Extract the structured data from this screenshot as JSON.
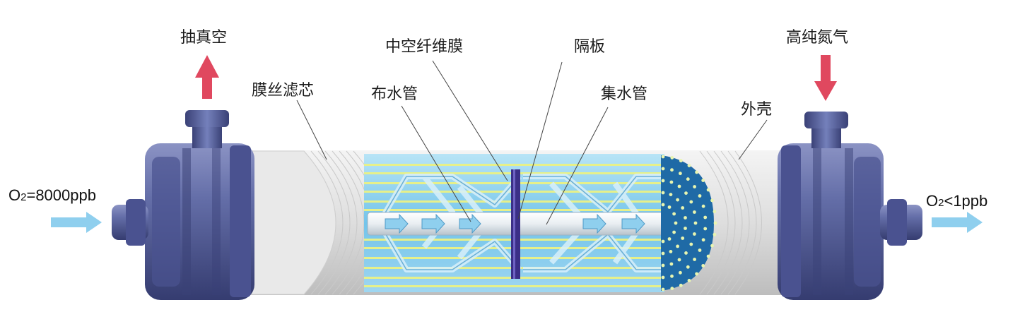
{
  "labels": {
    "vacuum": "抽真空",
    "hollow_fiber": "中空纤维膜",
    "baffle": "隔板",
    "nitrogen": "高纯氮气",
    "filter_core": "膜丝滤芯",
    "distributor_tube": "布水管",
    "collector_tube": "集水管",
    "shell": "外壳"
  },
  "inlet": {
    "prefix": "O",
    "sub": "2",
    "value": "=8000ppb"
  },
  "outlet": {
    "prefix": "O",
    "sub": "2",
    "value": "<1ppb"
  },
  "colors": {
    "arrow_red": "#e0485f",
    "arrow_blue": "#8fcfee",
    "cap": "#5c6599",
    "cap_dark": "#3d4478",
    "shell": "#e4e4e4",
    "core": "#7ecbed",
    "fiber": "#e6f08a",
    "baffle": "#3b2f87"
  }
}
